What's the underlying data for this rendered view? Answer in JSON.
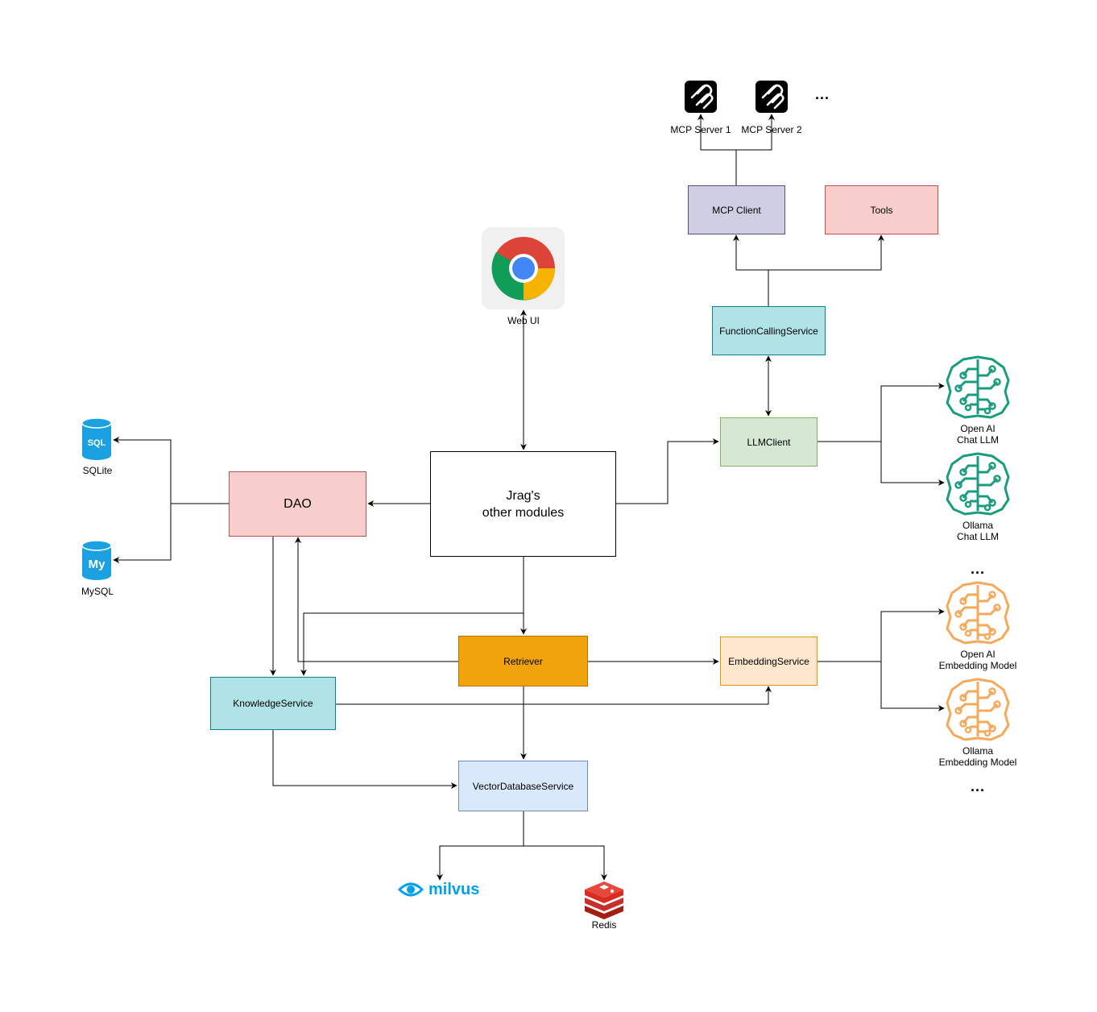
{
  "nodes": {
    "mcp_server_1": "MCP Server 1",
    "mcp_server_2": "MCP Server 2",
    "mcp_client": "MCP Client",
    "tools": "Tools",
    "web_ui": "Web UI",
    "function_calling_service": "FunctionCallingService",
    "llm_client": "LLMClient",
    "jrag_line1": "Jrag's",
    "jrag_line2": "other modules",
    "dao": "DAO",
    "sqlite": "SQLite",
    "mysql": "MySQL",
    "retriever": "Retriever",
    "embedding_service": "EmbeddingService",
    "knowledge_service": "KnowledgeService",
    "vector_database_service": "VectorDatabaseService",
    "milvus": "milvus",
    "redis": "Redis",
    "openai_chat_1": "Open AI",
    "openai_chat_2": "Chat LLM",
    "ollama_chat_1": "Ollama",
    "ollama_chat_2": "Chat LLM",
    "openai_embed_1": "Open AI",
    "openai_embed_2": "Embedding Model",
    "ollama_embed_1": "Ollama",
    "ollama_embed_2": "Embedding Model",
    "ellipsis": "..."
  },
  "icons": {
    "mcp_server": "mcp-logo-icon",
    "web_ui": "chrome-icon",
    "sqlite": "sql-database-icon",
    "mysql": "mysql-database-icon",
    "milvus": "milvus-logo-icon",
    "redis": "redis-logo-icon",
    "chat_llm": "brain-circuit-icon",
    "embedding_model": "brain-circuit-icon"
  },
  "colors": {
    "mcp_client": "#d0cee2",
    "tools": "#f8cecc",
    "cyan_service": "#b0e3e6",
    "llm_client": "#d5e8d4",
    "dao": "#f8cecc",
    "retriever": "#f0a30a",
    "embedding_service": "#ffe6cc",
    "vector_database_service": "#dae8fc",
    "chat_brain": "#1a9c7f",
    "embed_brain": "#f5a95a",
    "db_blue": "#1ba1e2",
    "milvus_blue": "#00a1ea",
    "redis_red": "#d82c20"
  }
}
